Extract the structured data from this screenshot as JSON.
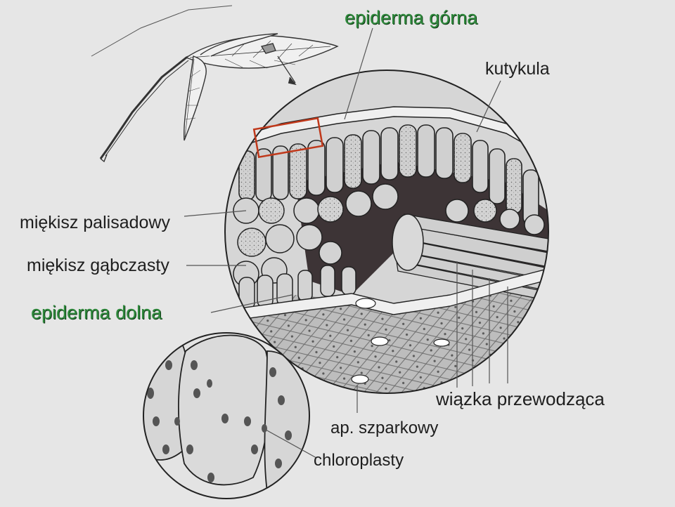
{
  "labels": {
    "upper_epidermis": "epiderma górna",
    "cuticle": "kutykula",
    "palisade": "miękisz palisadowy",
    "spongy": "miękisz gąbczasty",
    "lower_epidermis": "epiderma dolna",
    "vascular_bundle": "wiązka przewodząca",
    "stoma": "ap. szparkowy",
    "chloroplasts": "chloroplasty"
  },
  "colors": {
    "background": "#e6e6e6",
    "highlight_box": "#c0391b",
    "green_label": "#2f8a3c",
    "air_space": "#3d3436",
    "ink": "#1e1e1e"
  }
}
